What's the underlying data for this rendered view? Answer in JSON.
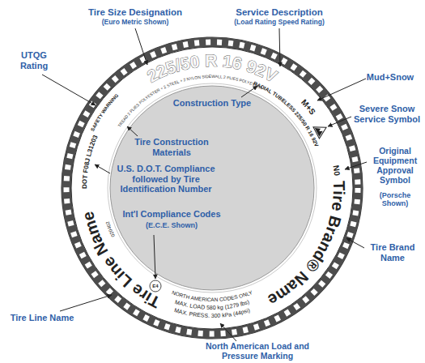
{
  "diagram": {
    "labels": [
      "Tire Size Designation",
      "(Euro Metric Shown)",
      "Service Description",
      "(Load Rating Speed Rating)",
      "UTQG Rating",
      "225/50 R 16 92V",
      "TREAD 2 PLIES POLYESTER + 2 STEEL + 2 NYLON SIDEWALL 2 PLIES POLYESTER",
      "M+S",
      "Mud+Snow",
      "RADIAL TUBELESS 225/50 R 16 92V",
      "Severe Snow Service Symbol",
      "Construction Type",
      "SAFETY WARNING",
      "Tire Construction Materials",
      "DOT F08J L31203",
      "U.S. D.O.T. Compliance followed by Tire Identification Number",
      "N0",
      "Original Equipment Approval Symbol",
      "(Porsche Shown)",
      "Int'l Compliance Codes",
      "(E.C.E. Shown)",
      "020402",
      "E4",
      "Tire Brand® Name",
      "Tire Brand Name",
      "Tire Line Name",
      "Tire Line Name",
      "NORTH AMERICAN CODES ONLY",
      "MAX. LOAD 580 kg (1279 lbs)",
      "MAX. PRESS. 300 kPa (44psi)",
      "North American Load and Pressure Marking"
    ]
  }
}
